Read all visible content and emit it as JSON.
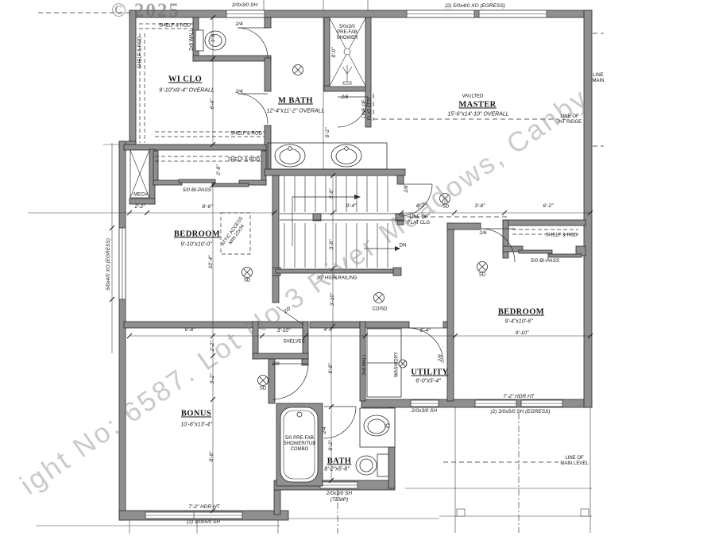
{
  "watermark": {
    "year": "© 2025",
    "diagonal": "ight No: 6587. Lot No 3 River Meadows, Canby"
  },
  "rooms": {
    "wiclo": {
      "name": "WI CLO",
      "size": "9'-10\"x9'-4\" OVERALL"
    },
    "mbath": {
      "name": "M BATH",
      "size": "12'-4\"x11'-2\" OVERALL"
    },
    "master": {
      "vaulted": "VAULTED",
      "name": "MASTER",
      "size": "15'-6\"x14'-10\" OVERALL"
    },
    "bedroom_left": {
      "name": "BEDROOM",
      "size": "9'-10\"x10'-0\""
    },
    "bedroom_right": {
      "name": "BEDROOM",
      "size": "9'-4\"x10'-6\""
    },
    "bonus": {
      "name": "BONUS",
      "size": "10'-6\"x13'-4\""
    },
    "bath": {
      "name": "BATH",
      "size": "8'-2\"x5'-8\""
    },
    "utility": {
      "name": "UTILITY",
      "size": "6'-0\"x5'-4\""
    },
    "mech": {
      "name": "MECH"
    }
  },
  "windows": {
    "sh_2030": "2/0x3/0 SH",
    "xo_5040_pair": "(2) 5/0x4/0 XO (EGRESS)",
    "xo_5040": "5/0x4/0 XO (EGRESS)",
    "sh_3050_egress": "(2) 3/0x5/0 SH (EGRESS)",
    "sh_3050_pair": "(2) 3/0x5/0 SH",
    "sh_2030_temp": "2/0x3/0 SH\n(TEMP)"
  },
  "doors": {
    "d20": "2/0",
    "d24": "2/4",
    "d26": "2/6",
    "d28": "2/8",
    "bipass_50": "5/0 BI-PASS"
  },
  "dims": {
    "d2_2": "2'-2\"",
    "d2_8": "2'-8\"",
    "d3_0": "3'-0\"",
    "d3_2": "3'-2\"",
    "d3_8": "3'-8\"",
    "d3_10": "3'-10\"",
    "d4_2": "4'-2\"",
    "d4_4": "4'-4\"",
    "d6_2": "6'-2\"",
    "d6_4": "6'-4\"",
    "d8_0": "8'-0\"",
    "d8_6": "8'-6\"",
    "d8_8": "8'-8\"",
    "d9_4": "9'-4\"",
    "d9_8": "9'-8\"",
    "d9_10": "9'-10\"",
    "d10_4": "10'-4\"",
    "hdr_ht": "7'-2\" HDR HT"
  },
  "notes": {
    "shelf_rod": "SHELF & ROD",
    "shelves": "SHELVES",
    "wash_dry": "WASH/DRY",
    "attic": "ATTIC ACCESS\nMIN 22x34",
    "railing": "36\" HIGH RAILING",
    "dn": "DN",
    "wall_2x6": "2x6 WALL",
    "flat_clg": "LINE OF\nFLAT CLG",
    "int_ridge": "LINE OF\nINT RIDGE",
    "main_level": "LINE OF\nMAIN LEVEL",
    "line_main": "LINE\nMAIN",
    "shower": "5/0x3/0\nPRE-FAB\nSHOWER",
    "tub": "5/0 PRE-FAB\nSHOWER/TUB\nCOMBO",
    "sd": "SD",
    "co_sd": "CO/SD"
  }
}
